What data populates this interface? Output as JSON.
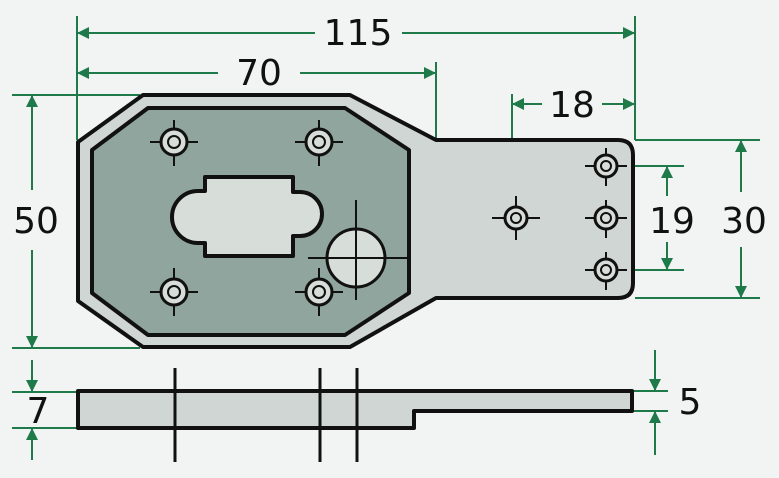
{
  "colors": {
    "background": "#f2f3f3",
    "dimension_line": "#1f7a4a",
    "outline": "#111111",
    "plate_outer": "#cfd6d3",
    "plate_inner": "#8fa59d",
    "hole_fill": "#d7ddd9"
  },
  "dimensions": {
    "overall_length": "115",
    "plate_width": "70",
    "tab_length": "18",
    "plate_height": "50",
    "tab_hole_spacing": "19",
    "tab_height": "30",
    "plate_thickness": "7",
    "tab_thickness": "5"
  }
}
